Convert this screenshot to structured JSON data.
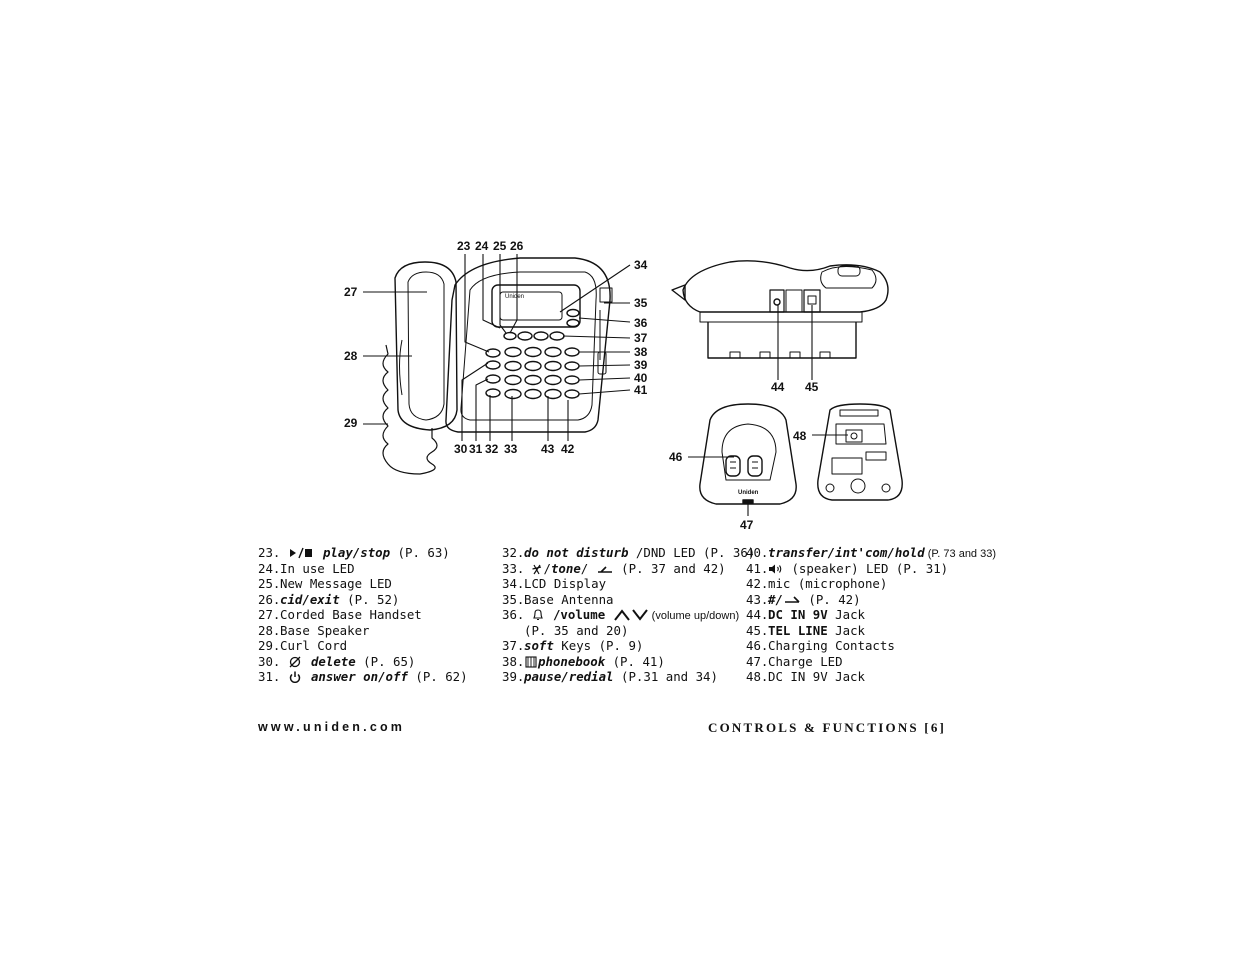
{
  "callouts": {
    "c23": "23",
    "c24": "24",
    "c25": "25",
    "c26": "26",
    "c27": "27",
    "c28": "28",
    "c29": "29",
    "c30": "30",
    "c31": "31",
    "c32": "32",
    "c33": "33",
    "c34": "34",
    "c35": "35",
    "c36": "36",
    "c37": "37",
    "c38": "38",
    "c39": "39",
    "c40": "40",
    "c41": "41",
    "c42": "42",
    "c43": "43",
    "c44": "44",
    "c45": "45",
    "c46": "46",
    "c47": "47",
    "c48": "48"
  },
  "device_text": {
    "brand": "Uniden"
  },
  "list": {
    "i23": {
      "num": "23.",
      "label": "play/stop",
      "ref": " (P. 63)"
    },
    "i24": {
      "num": "24.",
      "text": "In use LED"
    },
    "i25": {
      "num": "25.",
      "text": "New Message LED"
    },
    "i26": {
      "num": "26.",
      "label": "cid/exit",
      "ref": " (P. 52)"
    },
    "i27": {
      "num": "27.",
      "text": "Corded Base Handset"
    },
    "i28": {
      "num": "28.",
      "text": "Base Speaker"
    },
    "i29": {
      "num": "29.",
      "text": "Curl Cord"
    },
    "i30": {
      "num": "30.",
      "label": "delete",
      "ref": " (P. 65)"
    },
    "i31": {
      "num": "31.",
      "label": "answer on/off",
      "ref": " (P. 62)"
    },
    "i32": {
      "num": "32.",
      "label": "do not disturb",
      "rest": " /DND LED (P. 36)"
    },
    "i33": {
      "num": "33.",
      "sep": "/",
      "label": "tone",
      "sep2": "/",
      "ref": " (P. 37 and 42)"
    },
    "i34": {
      "num": "34.",
      "text": "LCD Display"
    },
    "i35": {
      "num": "35.",
      "text": "Base Antenna"
    },
    "i36": {
      "num": "36.",
      "label": "/volume",
      "small": " (volume up/down)",
      "cont": "(P. 35 and 20)"
    },
    "i37": {
      "num": "37.",
      "label": "soft",
      "rest": " Keys (P. 9)"
    },
    "i38": {
      "num": "38.",
      "label": "phonebook",
      "ref": " (P. 41)"
    },
    "i39": {
      "num": "39.",
      "label": "pause/redial",
      "ref": " (P.31 and 34)"
    },
    "i40": {
      "num": "40.",
      "label": "transfer/int'com/hold",
      "small": " (P. 73 and 33)"
    },
    "i41": {
      "num": "41.",
      "rest": " (speaker) LED (P. 31)"
    },
    "i42": {
      "num": "42.",
      "text": "mic (microphone)"
    },
    "i43": {
      "num": "43.",
      "label": "#/",
      "ref": " (P. 42)"
    },
    "i44": {
      "num": "44.",
      "strong": "DC IN 9V",
      "rest": " Jack"
    },
    "i45": {
      "num": "45.",
      "strong": "TEL LINE",
      "rest": " Jack"
    },
    "i46": {
      "num": "46.",
      "text": "Charging Contacts"
    },
    "i47": {
      "num": "47.",
      "text": "Charge LED"
    },
    "i48": {
      "num": "48.",
      "text": "DC IN 9V Jack"
    }
  },
  "footer": {
    "left": "www.uniden.com",
    "right": "CONTROLS & FUNCTIONS [6]"
  },
  "icons": [
    "play-stop-icon",
    "no-entry-icon",
    "power-icon",
    "star-icon",
    "tone-arrow-icon",
    "bell-icon",
    "volume-up-icon",
    "volume-down-icon",
    "phonebook-icon",
    "speaker-icon",
    "right-arrow-icon"
  ]
}
